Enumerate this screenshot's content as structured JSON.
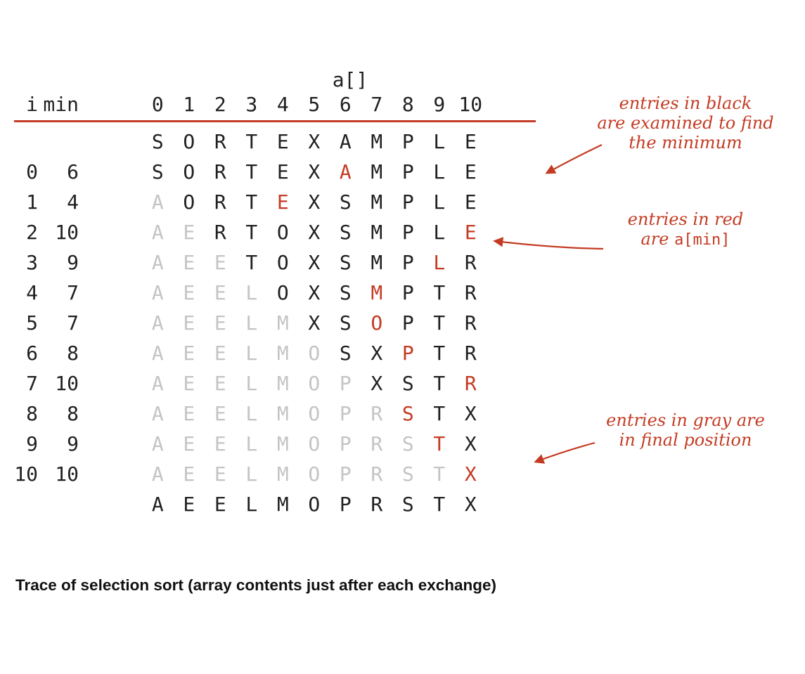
{
  "colors": {
    "red": "#c43b23",
    "gray": "#c4c4c4",
    "black": "#221f1f"
  },
  "table": {
    "array_label": "a[]",
    "col_i": "i",
    "col_min": "min",
    "indices": [
      "0",
      "1",
      "2",
      "3",
      "4",
      "5",
      "6",
      "7",
      "8",
      "9",
      "10"
    ],
    "rows": [
      {
        "i": "",
        "min": "",
        "letters": [
          "S",
          "O",
          "R",
          "T",
          "E",
          "X",
          "A",
          "M",
          "P",
          "L",
          "E"
        ],
        "red": [],
        "gray": []
      },
      {
        "i": "0",
        "min": "6",
        "letters": [
          "S",
          "O",
          "R",
          "T",
          "E",
          "X",
          "A",
          "M",
          "P",
          "L",
          "E"
        ],
        "red": [
          6
        ],
        "gray": []
      },
      {
        "i": "1",
        "min": "4",
        "letters": [
          "A",
          "O",
          "R",
          "T",
          "E",
          "X",
          "S",
          "M",
          "P",
          "L",
          "E"
        ],
        "red": [
          4
        ],
        "gray": [
          0
        ]
      },
      {
        "i": "2",
        "min": "10",
        "letters": [
          "A",
          "E",
          "R",
          "T",
          "O",
          "X",
          "S",
          "M",
          "P",
          "L",
          "E"
        ],
        "red": [
          10
        ],
        "gray": [
          0,
          1
        ]
      },
      {
        "i": "3",
        "min": "9",
        "letters": [
          "A",
          "E",
          "E",
          "T",
          "O",
          "X",
          "S",
          "M",
          "P",
          "L",
          "R"
        ],
        "red": [
          9
        ],
        "gray": [
          0,
          1,
          2
        ]
      },
      {
        "i": "4",
        "min": "7",
        "letters": [
          "A",
          "E",
          "E",
          "L",
          "O",
          "X",
          "S",
          "M",
          "P",
          "T",
          "R"
        ],
        "red": [
          7
        ],
        "gray": [
          0,
          1,
          2,
          3
        ]
      },
      {
        "i": "5",
        "min": "7",
        "letters": [
          "A",
          "E",
          "E",
          "L",
          "M",
          "X",
          "S",
          "O",
          "P",
          "T",
          "R"
        ],
        "red": [
          7
        ],
        "gray": [
          0,
          1,
          2,
          3,
          4
        ]
      },
      {
        "i": "6",
        "min": "8",
        "letters": [
          "A",
          "E",
          "E",
          "L",
          "M",
          "O",
          "S",
          "X",
          "P",
          "T",
          "R"
        ],
        "red": [
          8
        ],
        "gray": [
          0,
          1,
          2,
          3,
          4,
          5
        ]
      },
      {
        "i": "7",
        "min": "10",
        "letters": [
          "A",
          "E",
          "E",
          "L",
          "M",
          "O",
          "P",
          "X",
          "S",
          "T",
          "R"
        ],
        "red": [
          10
        ],
        "gray": [
          0,
          1,
          2,
          3,
          4,
          5,
          6
        ]
      },
      {
        "i": "8",
        "min": "8",
        "letters": [
          "A",
          "E",
          "E",
          "L",
          "M",
          "O",
          "P",
          "R",
          "S",
          "T",
          "X"
        ],
        "red": [
          8
        ],
        "gray": [
          0,
          1,
          2,
          3,
          4,
          5,
          6,
          7
        ]
      },
      {
        "i": "9",
        "min": "9",
        "letters": [
          "A",
          "E",
          "E",
          "L",
          "M",
          "O",
          "P",
          "R",
          "S",
          "T",
          "X"
        ],
        "red": [
          9
        ],
        "gray": [
          0,
          1,
          2,
          3,
          4,
          5,
          6,
          7,
          8
        ]
      },
      {
        "i": "10",
        "min": "10",
        "letters": [
          "A",
          "E",
          "E",
          "L",
          "M",
          "O",
          "P",
          "R",
          "S",
          "T",
          "X"
        ],
        "red": [
          10
        ],
        "gray": [
          0,
          1,
          2,
          3,
          4,
          5,
          6,
          7,
          8,
          9
        ]
      },
      {
        "i": "",
        "min": "",
        "letters": [
          "A",
          "E",
          "E",
          "L",
          "M",
          "O",
          "P",
          "R",
          "S",
          "T",
          "X"
        ],
        "red": [],
        "gray": []
      }
    ]
  },
  "annotations": {
    "black": {
      "lines": [
        "entries in black",
        "are examined to find",
        "the minimum"
      ]
    },
    "red": {
      "line1": "entries in red",
      "line2_prefix": "are ",
      "line2_code": "a[min]"
    },
    "gray": {
      "lines": [
        "entries in gray are",
        "in final position"
      ]
    }
  },
  "caption": "Trace of selection sort (array contents just after each exchange)"
}
